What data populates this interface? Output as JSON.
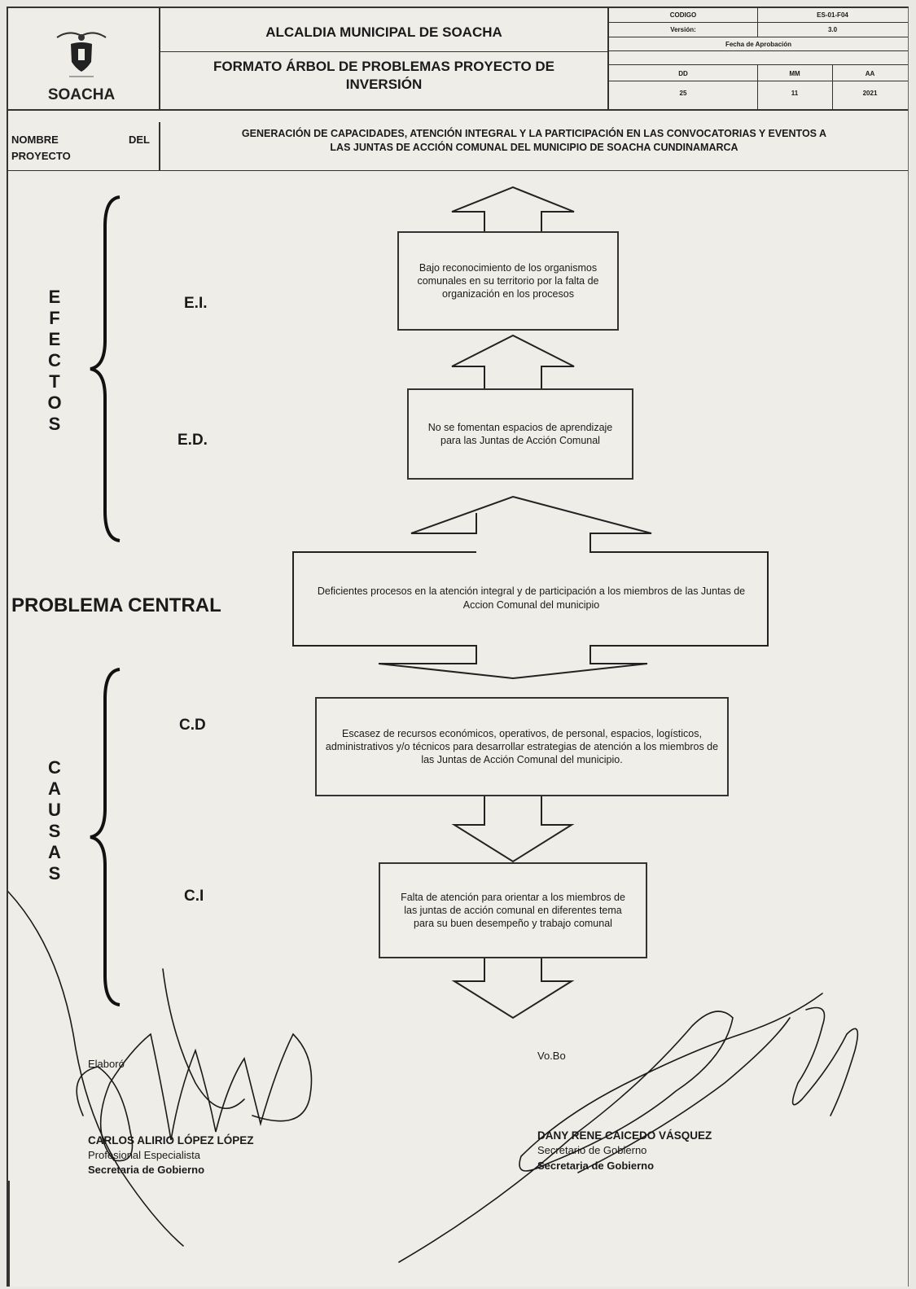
{
  "header": {
    "logo_text": "SOACHA",
    "institution": "ALCALDIA MUNICIPAL DE SOACHA",
    "format_title_line1": "FORMATO ÁRBOL  DE PROBLEMAS PROYECTO DE",
    "format_title_line2": "INVERSIÓN",
    "codigo_label": "CODIGO",
    "codigo_value": "ES-01-F04",
    "version_label": "Versión:",
    "version_value": "3.0",
    "fecha_label": "Fecha de Aprobación",
    "dd_label": "DD",
    "mm_label": "MM",
    "aa_label": "AA",
    "dd_value": "25",
    "mm_value": "11",
    "aa_value": "2021"
  },
  "project": {
    "label_line1": "NOMBRE",
    "label_del": "DEL",
    "label_line2": "PROYECTO",
    "name_line1": "GENERACIÓN DE CAPACIDADES, ATENCIÓN INTEGRAL Y LA PARTICIPACIÓN EN LAS CONVOCATORIAS Y EVENTOS A",
    "name_line2": "LAS JUNTAS DE ACCIÓN COMUNAL DEL MUNICIPIO DE SOACHA CUNDINAMARCA"
  },
  "tree": {
    "efectos_letters": [
      "E",
      "F",
      "E",
      "C",
      "T",
      "O",
      "S"
    ],
    "causas_letters": [
      "C",
      "A",
      "U",
      "S",
      "A",
      "S"
    ],
    "ei_label": "E.I.",
    "ed_label": "E.D.",
    "cd_label": "C.D",
    "ci_label": "C.I",
    "central_label": "PROBLEMA  CENTRAL",
    "ei_text": "Bajo reconocimiento de los organismos comunales en su territorio por la falta de organización en los procesos",
    "ed_text": "No se fomentan espacios de aprendizaje para las Juntas de Acción Comunal",
    "central_text": "Deficientes procesos en la atención integral y de participación a los miembros de las Juntas de Accion Comunal del municipio",
    "cd_text": "Escasez de recursos económicos, operativos, de personal, espacios, logísticos, administrativos y/o técnicos para desarrollar estrategias de atención a los miembros de las Juntas de Acción Comunal del municipio.",
    "ci_text": "Falta de atención para orientar a los miembros de las juntas de acción comunal en diferentes  tema para su buen desempeño y trabajo comunal"
  },
  "signatures": {
    "left_role_label": "Elaboró",
    "left_name": "CARLOS ALIRIO  LÓPEZ LÓPEZ",
    "left_title": "Profesional Especialista",
    "left_office": "Secretaria de Gobierno",
    "right_role_label": "Vo.Bo",
    "right_name": "DANY RENE CAICEDO VÁSQUEZ",
    "right_title": "Secretario de Gobierno",
    "right_office": "Secretaria de Gobierno"
  }
}
